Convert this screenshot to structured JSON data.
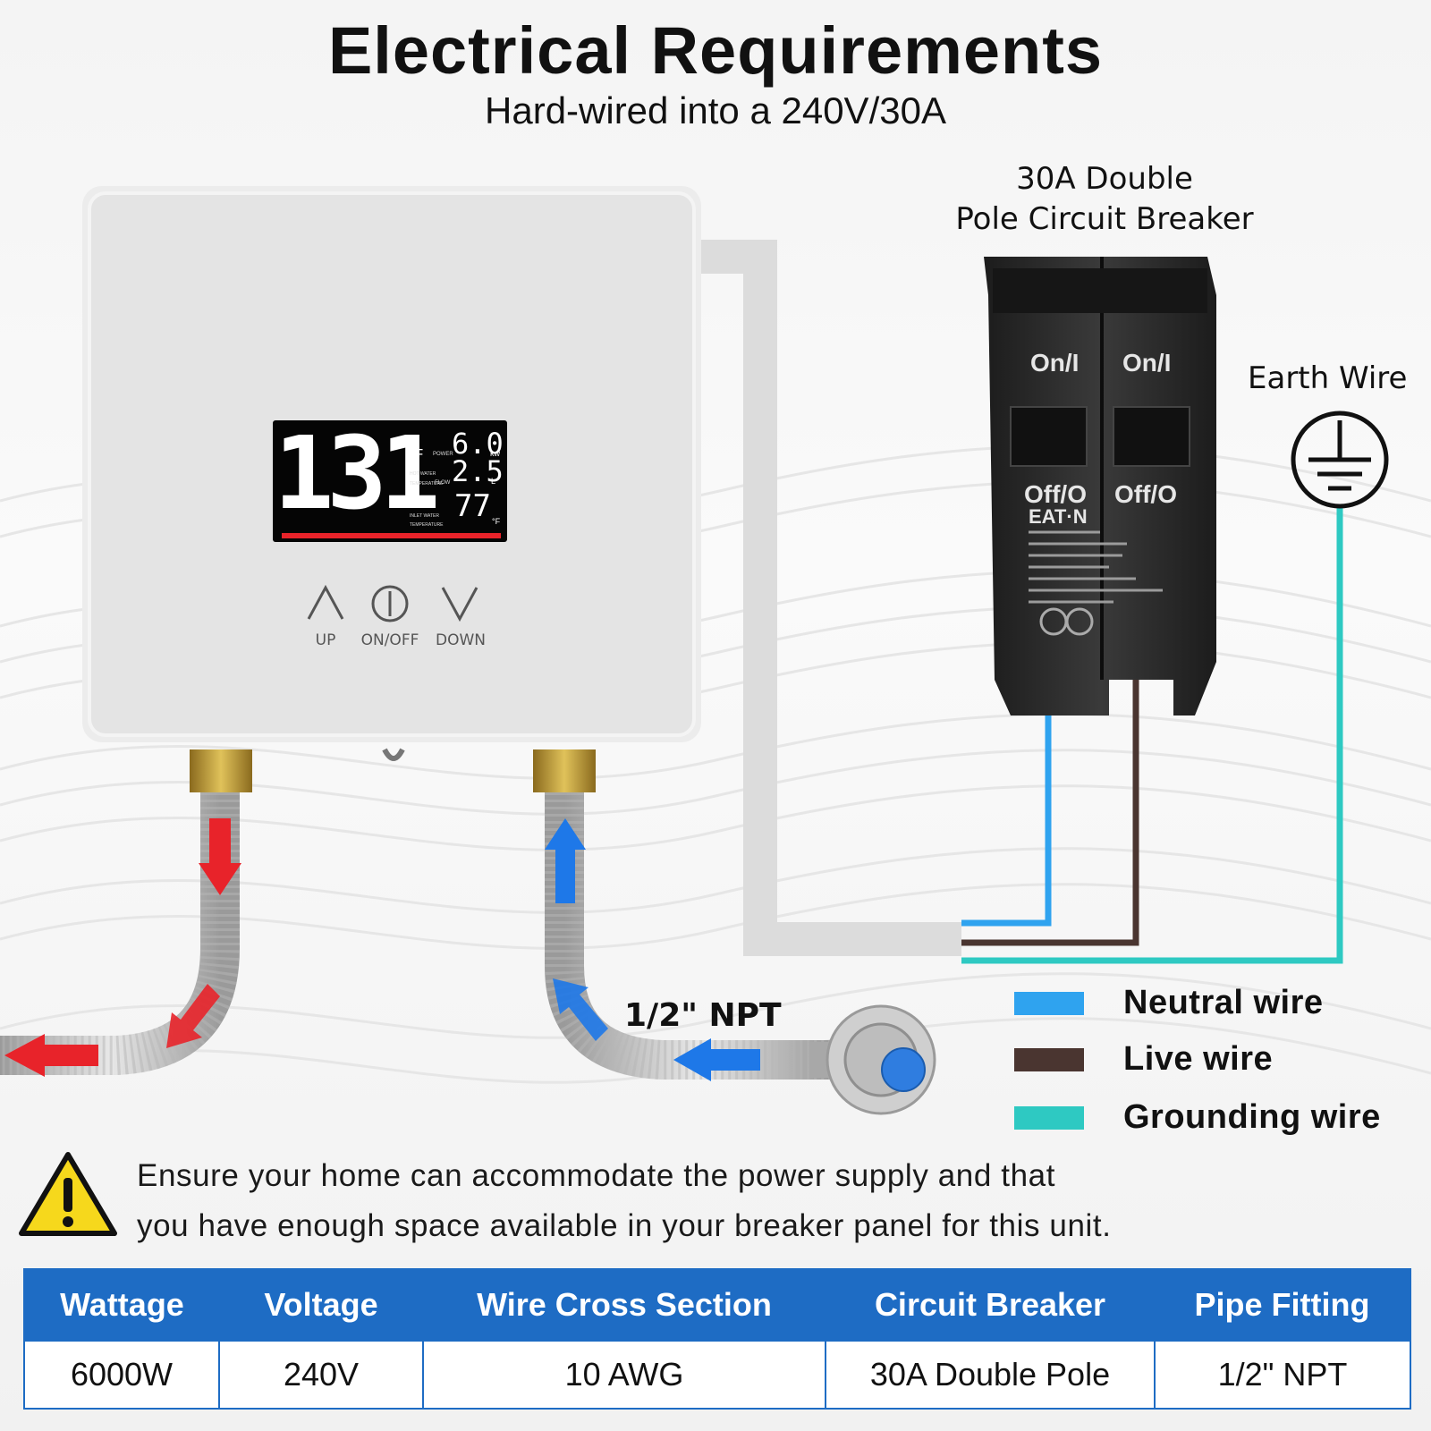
{
  "header": {
    "title": "Electrical Requirements",
    "subtitle": "Hard-wired into a 240V/30A"
  },
  "heater": {
    "display": {
      "temperature": "131",
      "temperature_unit": "°F",
      "power_label": "POWER",
      "power_value": "6.0",
      "power_unit": "kw",
      "hot_water_label": "HOT WATER",
      "temperature_label": "TEMPERATURE",
      "flow_label": "FLOW",
      "flow_value": "2.5",
      "flow_unit": "L",
      "inlet_water_label": "INLET WATER",
      "inlet_temperature_label": "TEMPERATURE",
      "inlet_value": "77",
      "inlet_unit": "°F"
    },
    "controls": {
      "up_label": "UP",
      "onoff_label": "ON/OFF",
      "down_label": "DOWN"
    }
  },
  "breaker": {
    "title_line1": "30A Double",
    "title_line2": "Pole Circuit Breaker",
    "on_label": "On/I",
    "off_label": "Off/O",
    "brand": "EAT·N"
  },
  "earth": {
    "label": "Earth Wire"
  },
  "pipe": {
    "fitting_label": "1/2\" NPT"
  },
  "legend": [
    {
      "color": "#2fa3ef",
      "label": "Neutral wire"
    },
    {
      "color": "#4a3530",
      "label": "Live wire"
    },
    {
      "color": "#2ec9c2",
      "label": "Grounding wire"
    }
  ],
  "warning": {
    "line1": "Ensure your home can accommodate the power supply and that",
    "line2": "you have enough space available in your breaker panel for this unit."
  },
  "specs": {
    "headers": [
      "Wattage",
      "Voltage",
      "Wire Cross Section",
      "Circuit Breaker",
      "Pipe Fitting"
    ],
    "values": [
      "6000W",
      "240V",
      "10 AWG",
      "30A Double Pole",
      "1/2\" NPT"
    ]
  },
  "colors": {
    "neutral": "#2fa3ef",
    "live": "#4a3530",
    "ground": "#2ec9c2",
    "table_blue": "#1e6cc4",
    "hot_arrow": "#e8232a",
    "cold_arrow": "#1e78e8"
  }
}
